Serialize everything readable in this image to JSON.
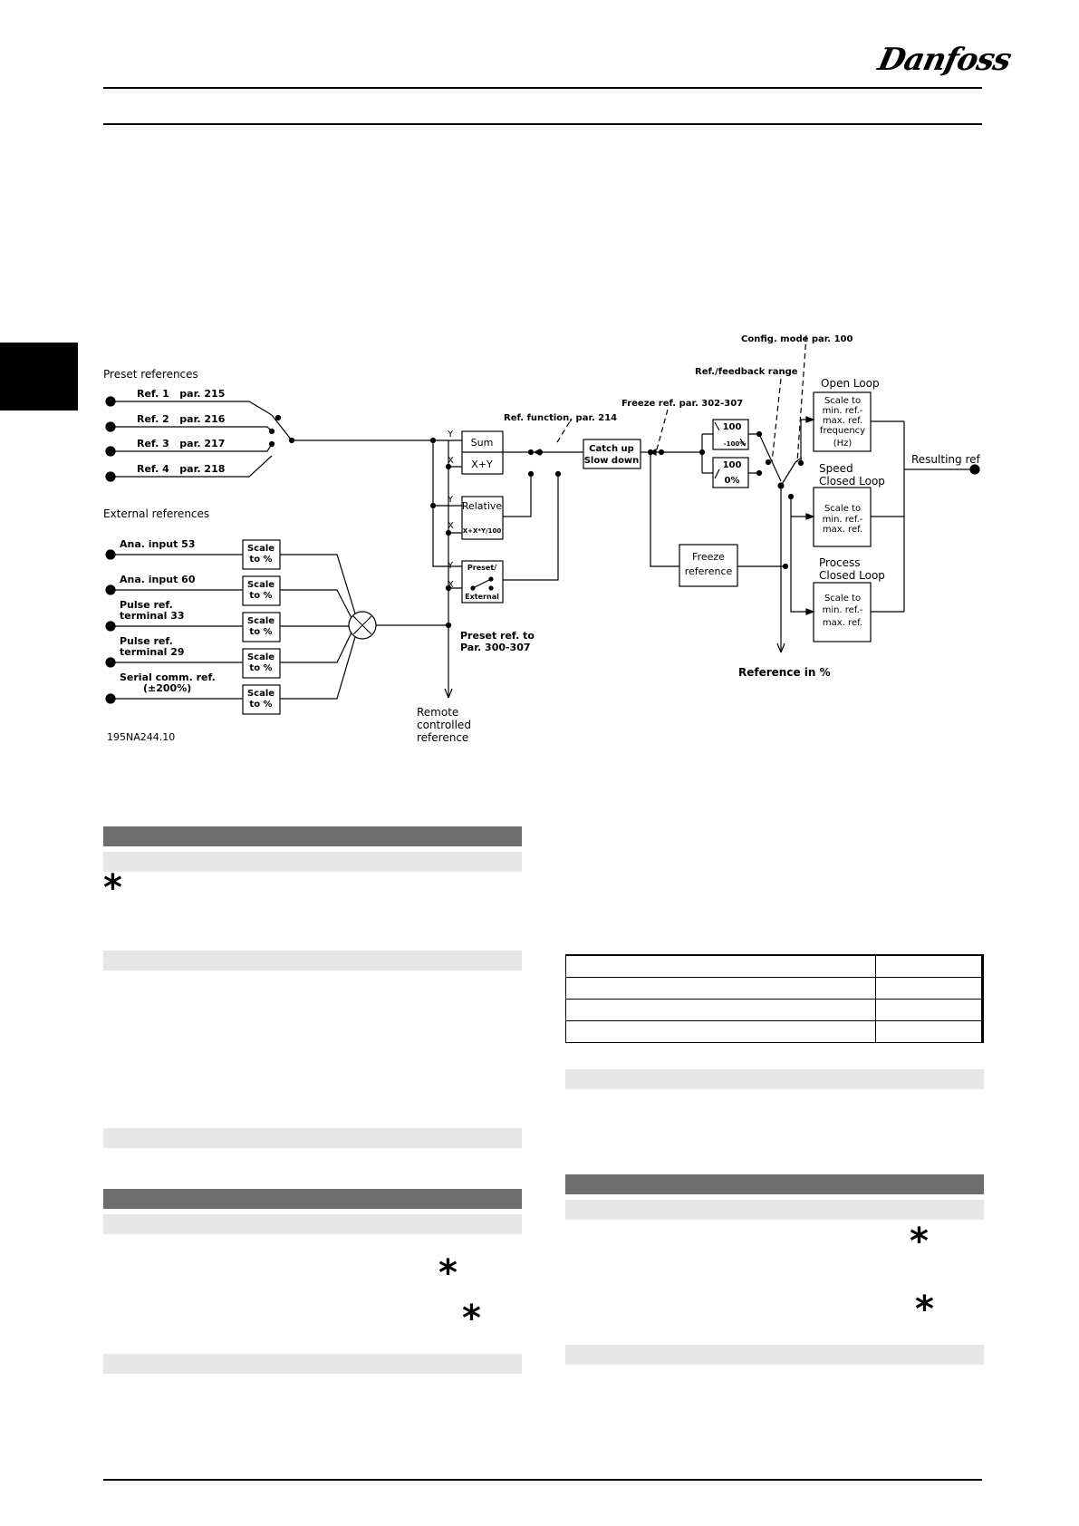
{
  "brand": {
    "logo_text": "Danfoss"
  },
  "diagram": {
    "group_preset": "Preset references",
    "group_external": "External references",
    "ref1": "Ref. 1   par. 215",
    "ref2": "Ref. 2   par. 216",
    "ref3": "Ref. 3   par. 217",
    "ref4": "Ref. 4   par. 218",
    "ana53": "Ana. input 53",
    "ana60": "Ana. input 60",
    "pulse33_a": "Pulse ref.",
    "pulse33_b": "terminal 33",
    "pulse29_a": "Pulse ref.",
    "pulse29_b": "terminal 29",
    "serial_a": "Serial comm. ref.",
    "serial_b": "(±200%)",
    "scale_a": "Scale",
    "scale_b": "to %",
    "sum": "Sum",
    "xplusy": "X+Y",
    "relative": "Relative",
    "relative_formula": "X+X*Y/100",
    "preset_ext_a": "Preset/",
    "preset_ext_b": "External",
    "y_label": "Y",
    "x_label": "X",
    "ref_function": "Ref. function, par. 214",
    "catch_a": "Catch up",
    "catch_b": "Slow down",
    "freeze_ref_par": "Freeze ref. par. 302-307",
    "freeze_a": "Freeze",
    "freeze_b": "reference",
    "ref_feedback": "Ref./feedback range",
    "config_mode": "Config. mode par. 100",
    "lim100_top": "100",
    "lim100_bottom": "-100%",
    "lim0_top": "100",
    "lim0_bottom": "0%",
    "open_loop": "Open Loop",
    "open_box": [
      "Scale to",
      "min. ref.-",
      "max. ref.",
      "frequency",
      "(Hz)"
    ],
    "speed_a": "Speed",
    "speed_b": "Closed Loop",
    "speed_box": [
      "Scale to",
      "min. ref.-",
      "max. ref."
    ],
    "process_a": "Process",
    "process_b": "Closed Loop",
    "process_box": [
      "Scale to",
      "min. ref.-",
      "max. ref."
    ],
    "resulting_ref": "Resulting ref",
    "reference_pct": "Reference in %",
    "preset_to_a": "Preset ref. to",
    "preset_to_b": "Par. 300-307",
    "remote_a": "Remote",
    "remote_b": "controlled",
    "remote_c": "reference",
    "drawing_code": "195NA244.10"
  },
  "colors": {
    "bar_dark": "#6e6e6e",
    "bar_light": "#e6e6e6",
    "ink": "#000000"
  }
}
